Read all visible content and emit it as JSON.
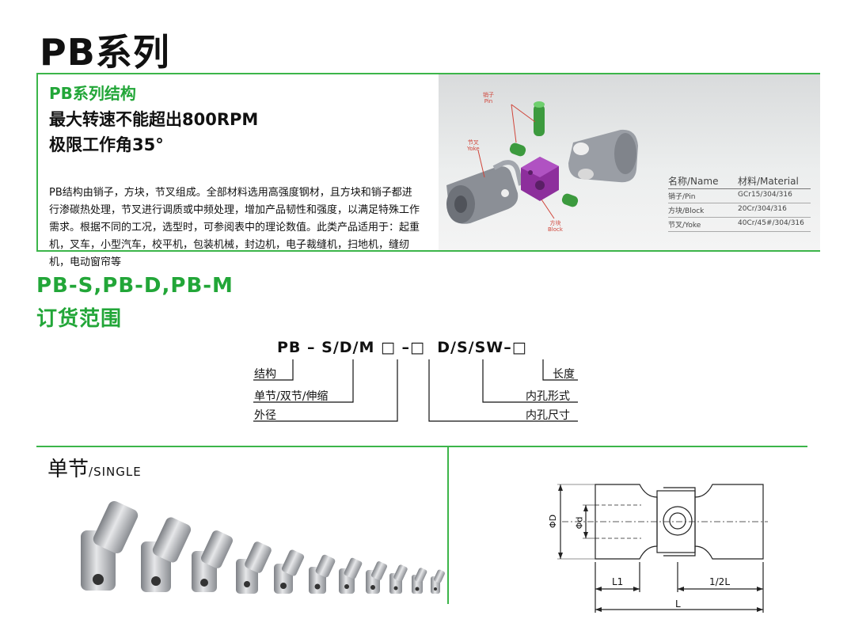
{
  "title": "PB系列",
  "structure_box": {
    "subtitle": "PB系列结构",
    "spec_speed": "最大转速不能超出800RPM",
    "spec_angle": "极限工作角35°",
    "description": "PB结构由销子，方块，节叉组成。全部材料选用高强度钢材，且方块和销子都进行渗碳热处理，节叉进行调质或中频处理，增加产品韧性和强度，以满足特殊工作需求。根据不同的工况，选型时，可参阅表中的理论数值。此类产品适用于：起重机，叉车，小型汽车，校平机，包装机械，封边机，电子裁缝机，扫地机，缝纫机，电动窗帘等",
    "callouts": {
      "pin": "销子\nPin",
      "yoke": "节叉\nYoke",
      "block": "方块\nBlock"
    },
    "material_table": {
      "headers": [
        "名称/Name",
        "材料/Material"
      ],
      "rows": [
        [
          "销子/Pin",
          "GCr15/304/316"
        ],
        [
          "方块/Block",
          "20Cr/304/316"
        ],
        [
          "节叉/Yoke",
          "40Cr/45#/304/316"
        ]
      ]
    }
  },
  "order": {
    "heading1": "PB-S,PB-D,PB-M",
    "heading2": "订货范围",
    "code": "PB – S/D/M □ –□  D/S/SW–□",
    "labels": {
      "structure": "结构",
      "type": "单节/双节/伸缩",
      "outer_diameter": "外径",
      "length": "长度",
      "bore_shape": "内孔形式",
      "bore_size": "内孔尺寸"
    }
  },
  "single": {
    "label": "单节",
    "label_en": "/SINGLE"
  },
  "drawing": {
    "dim_D": "ΦD",
    "dim_d": "Φd",
    "dim_L1": "L1",
    "dim_half_L": "1/2L",
    "dim_L": "L"
  }
}
